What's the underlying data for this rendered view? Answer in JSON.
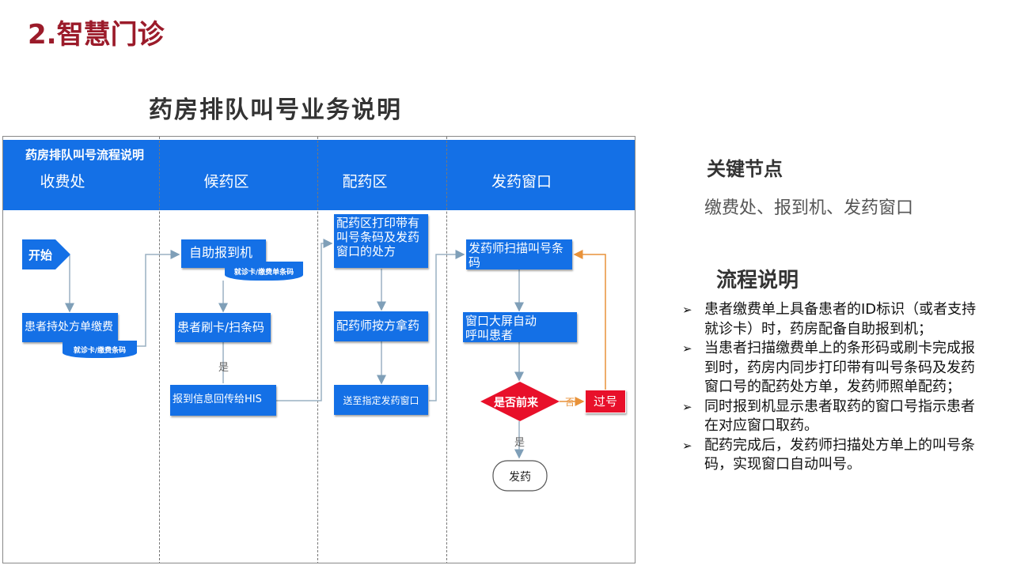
{
  "slide_title": "2.智慧门诊",
  "subtitle": "药房排队叫号业务说明",
  "diagram": {
    "caption": "药房排队叫号流程说明",
    "lanes": [
      "收费处",
      "候药区",
      "配药区",
      "发药窗口"
    ],
    "nodes": {
      "start": "开始",
      "pay": "患者持处方单缴费",
      "pay_doc": "就诊卡/缴费条码",
      "kiosk": "自助报到机",
      "kiosk_doc": "就诊卡/缴费单条码",
      "swipe": "患者刷卡/扫条码",
      "yes1": "是",
      "his": "报到信息回传给HIS",
      "print": "配药区打印带有叫号条码及发药窗口的处方",
      "pick": "配药师按方拿药",
      "send": "送至指定发药窗口",
      "scan": "发药师扫描叫号条码",
      "call": "窗口大屏自动呼叫患者",
      "decision": "是否前来",
      "no": "否",
      "skip": "过号",
      "yes2": "是",
      "dispense": "发药"
    },
    "colors": {
      "blue": "#1470e6",
      "red": "#e8102a",
      "orange": "#e8923a"
    }
  },
  "right": {
    "key_title": "关键节点",
    "key_nodes": "缴费处、报到机、发药窗口",
    "flow_title": "流程说明",
    "bullets": [
      "患者缴费单上具备患者的ID标识（或者支持就诊卡）时，药房配备自助报到机；",
      "当患者扫描缴费单上的条形码或刷卡完成报到时，药房内同步打印带有叫号条码及发药窗口号的配药处方单，发药师照单配药；",
      "同时报到机显示患者取药的窗口号指示患者在对应窗口取药。",
      "配药完成后，发药师扫描处方单上的叫号条码，实现窗口自动叫号。"
    ]
  }
}
